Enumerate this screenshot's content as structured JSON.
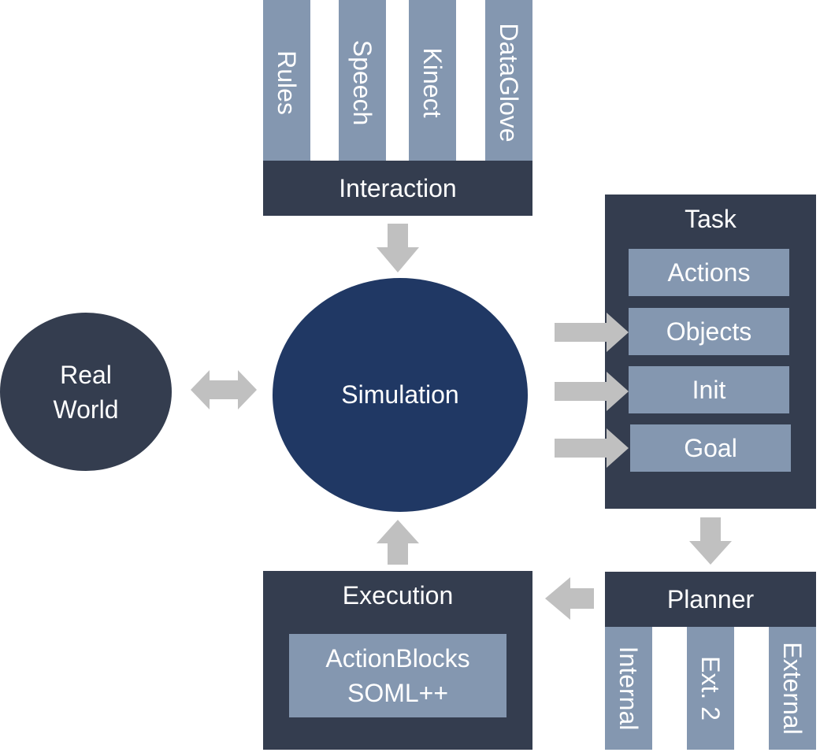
{
  "diagram": {
    "interaction": {
      "title": "Interaction",
      "inputs": [
        "Rules",
        "Speech",
        "Kinect",
        "DataGlove"
      ]
    },
    "simulation": {
      "label": "Simulation"
    },
    "real_world": {
      "line1": "Real",
      "line2": "World"
    },
    "task": {
      "title": "Task",
      "items": [
        "Actions",
        "Objects",
        "Init",
        "Goal"
      ]
    },
    "planner": {
      "title": "Planner",
      "options": [
        "Internal",
        "Ext. 2",
        "External"
      ]
    },
    "execution": {
      "title": "Execution",
      "line1": "ActionBlocks",
      "line2": "SOML++"
    }
  },
  "colors": {
    "dark_box": "#343d4f",
    "light_box": "#8497b0",
    "simulation_fill": "#203864",
    "arrow": "#c0c0c0",
    "text": "#ffffff"
  }
}
